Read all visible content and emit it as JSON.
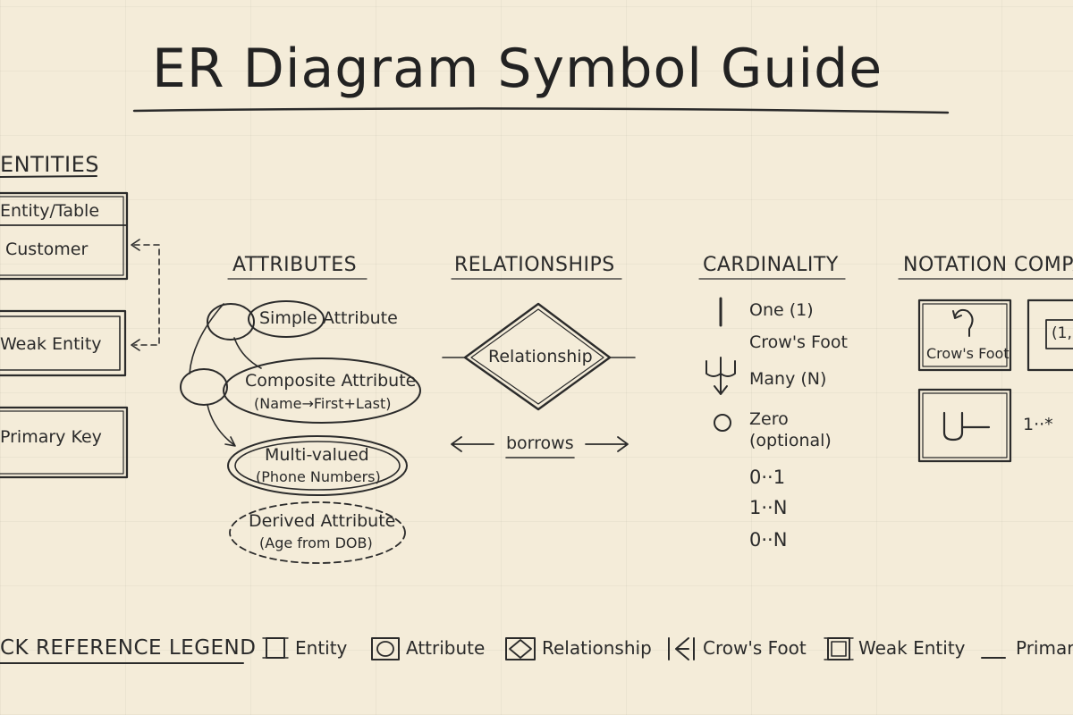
{
  "title": "ER Diagram Symbol Guide",
  "sections": {
    "entities": {
      "heading": "ENTITIES",
      "entity_table": "Entity/Table",
      "customer": "Customer",
      "weak_entity": "Weak Entity",
      "primary_key": "Primary Key"
    },
    "attributes": {
      "heading": "ATTRIBUTES",
      "simple": "Simple Attribute",
      "composite": "Composite Attribute",
      "composite_sub": "(Name→First+Last)",
      "multivalued": "Multi-valued",
      "multivalued_sub": "(Phone Numbers)",
      "derived": "Derived Attribute",
      "derived_sub": "(Age from DOB)"
    },
    "relationships": {
      "heading": "RELATIONSHIPS",
      "diamond": "Relationship",
      "verb": "borrows"
    },
    "cardinality": {
      "heading": "CARDINALITY",
      "one": "One (1)",
      "crows_foot": "Crow's Foot",
      "many": "Many (N)",
      "zero": "Zero",
      "optional": "(optional)",
      "r1": "0··1",
      "r2": "1··N",
      "r3": "0··N"
    },
    "notation": {
      "heading": "NOTATION COMPA",
      "crows_foot_box": "Crow's Foot",
      "chen_box": "(1,",
      "uml": "1··*"
    }
  },
  "legend": {
    "heading": "CK REFERENCE LEGEND",
    "entity": "Entity",
    "attribute": "Attribute",
    "relationship": "Relationship",
    "crows_foot": "Crow's Foot",
    "weak_entity": "Weak Entity",
    "primary": "Primar"
  }
}
